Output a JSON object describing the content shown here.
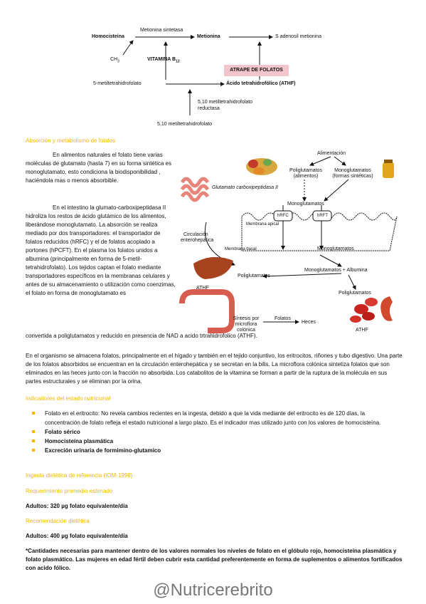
{
  "diagram1": {
    "homocisteina": "Homocisteína",
    "metionina_sintetasa": "Metionina sintetasa",
    "metionina": "Metionina",
    "s_adenosil": "S adenosil metionina",
    "ch3": "CH",
    "ch3_sub": "3",
    "vitamina_b12": "VITAMINA B",
    "vitamina_sub": "12",
    "atrape": "ATRAPE DE FOLATOS",
    "metil_left": "5-metiltetrahidrofolato",
    "athf": "Ácido tetrahidrofólico (ATHF)",
    "reductasa_l1": "5,10 metiltetrahidrofolato",
    "reductasa_l2": "reductasa",
    "bottom": "5,10 metiltetrahidrofolato"
  },
  "sections": {
    "absorcion": "Absorción y metabolismo de folatos",
    "indicadores": "Indicadores del estado nutricional",
    "ingesta": "Ingesta dietética de referencia (IOM-1998)",
    "requerimiento": "Requerimiento promedio estimado",
    "recomendacion": "Recomendación dietética"
  },
  "paragraphs": {
    "p1": "En alimentos naturales el folato tiene varias moléculas de glutamato (hasta 7) en su forma sintética es monoglutamato, esto condiciona la biodisponibilidad , haciéndola mas o menos absorbible.",
    "p2_pre": "En el intestino la glumato-carboxipeptidasa II hidroliza los restos de ácido glutámico de los alimentos, liberándose monoglutamato. La absorción se realiza mediado por dos transportadores: el transportador de folatos reducidos (hRFC) y el de folatos acoplado a portones (hPCFT). En el plasma los folatos unidos a albumina (principalmente en forma de 5-metil-tetrahidrofolato). Los tejidos captan el folato mediante transportadores específicos en la membranas celulares y antes de su almacenamiento o utilización como coenzimas, el folato en forma de monoglutamato es",
    "p2_tail": "convertida a poliglutamatos y reducido en presencia de NAD a acido trtrahidrofolico (ATHF).",
    "p3": "En el organismo se almacena folatos, principalmente en el hígado y también en el tejido conjuntivo, los eritrocitos, riñones y tubo digestivo.  Una parte de los folatos absorbidos se encuentran en la circulación enterohepática y se secretan en la bilis. La microflora colónica sintetiza folatos que son eliminados en las heces junto con la fracción no absorbida.  Los catabolitos de la vitamina se forman a partir de la ruptura de la molécula en sus partes estructurales y se eliminan por la orina.",
    "adultos_req": "Adultos: 320 µg folato equivalente/día",
    "adultos_rec": "Adultos: 400 µg folato equivalente/día",
    "footnote": "*Cantidades necesarias para mantener dentro de los valores normales los niveles de folato en el glóbulo rojo, homocisteína plasmática y folato plasmático. Las mujeres en edad fértil deben cubrir esta cantidad preferentemente en forma de suplementos o alimentos fortificados con acido fólico."
  },
  "bullets": [
    "Folato en el eritrocito: No revela cambios recientes en la ingesta, debido a que la vida mediante del eritrocito es de 120 días, la concentración de folato refleja el estado nutricional a largo plazo. Es el indicador mas utilizado junto con los valores de homocisteína.",
    "Folato sérico",
    "Homocisteína plasmática",
    "Excreción urinaria de formimino-glutamico"
  ],
  "diagram2": {
    "alimentacion": "Alimentación",
    "poli_alim_1": "Poliglutamatos",
    "poli_alim_2": "(alimentos)",
    "mono_sint_1": "Monoglutamatos",
    "mono_sint_2": "(formas sintéticas)",
    "glutamato": "Glutamato carboxipeptidasa II",
    "monoglutamatos": "Monoglutamatos",
    "hrfc": "hRFC",
    "hrft": "hRFT",
    "membrana_apical": "Membrana apical",
    "membrana_basal": "Membrana basal",
    "monoglutamatos2": "Monoglutamatos",
    "circ_1": "Circulación",
    "circ_2": "enterohepática",
    "poliglutamatos_liver": "Poliglutamatos",
    "athf_liver": "ATHF",
    "mono_albumina": "Monoglutamatos + Albumina",
    "poliglutamatos_rbc": "Poliglutamatos",
    "athf_rbc": "ATHF",
    "sintesis_1": "Síntesis por",
    "sintesis_2": "microflora",
    "sintesis_3": "colónica",
    "folatos": "Folatos",
    "heces": "Heces"
  },
  "watermark": "@Nutricerebrito",
  "colors": {
    "section_heading": "#f7b500",
    "atrape_box": "#f2c4cc",
    "bullet": "#f7b500"
  }
}
